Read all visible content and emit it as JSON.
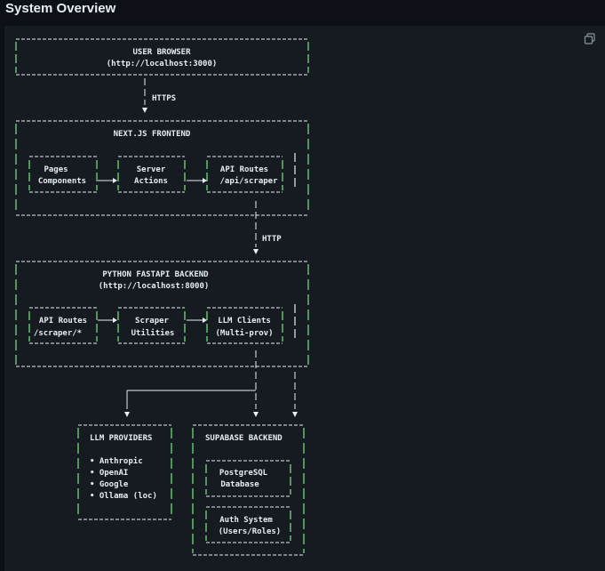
{
  "page": {
    "title": "System Overview",
    "copy_icon": "copy-icon"
  },
  "colors": {
    "background": "#0d1117",
    "panel": "#161b22",
    "text": "#e6edf3",
    "box_line": "#e6edf3",
    "bar_accent": "#7ee787",
    "connector": "#e6edf3"
  },
  "diagram": {
    "user_browser": {
      "title": "USER BROWSER",
      "subtitle": "(http://localhost:3000)"
    },
    "edge_https": "HTTPS",
    "frontend": {
      "title": "NEXT.JS FRONTEND",
      "boxes": [
        {
          "line1": "Pages",
          "line2": "Components"
        },
        {
          "line1": "Server",
          "line2": "Actions"
        },
        {
          "line1": "API Routes",
          "line2": "/api/scraper"
        }
      ]
    },
    "edge_http": "HTTP",
    "backend": {
      "title": "PYTHON FASTAPI BACKEND",
      "subtitle": "(http://localhost:8000)",
      "boxes": [
        {
          "line1": "API Routes",
          "line2": "/scraper/*"
        },
        {
          "line1": "Scraper",
          "line2": "Utilities"
        },
        {
          "line1": "LLM Clients",
          "line2": "(Multi-prov)"
        }
      ]
    },
    "llm_providers": {
      "title": "LLM PROVIDERS",
      "items": [
        "Anthropic",
        "OpenAI",
        "Google",
        "Ollama (loc)"
      ]
    },
    "supabase": {
      "title": "SUPABASE BACKEND",
      "boxes": [
        {
          "line1": "PostgreSQL",
          "line2": "Database"
        },
        {
          "line1": "Auth System",
          "line2": "(Users/Roles)"
        }
      ]
    }
  }
}
